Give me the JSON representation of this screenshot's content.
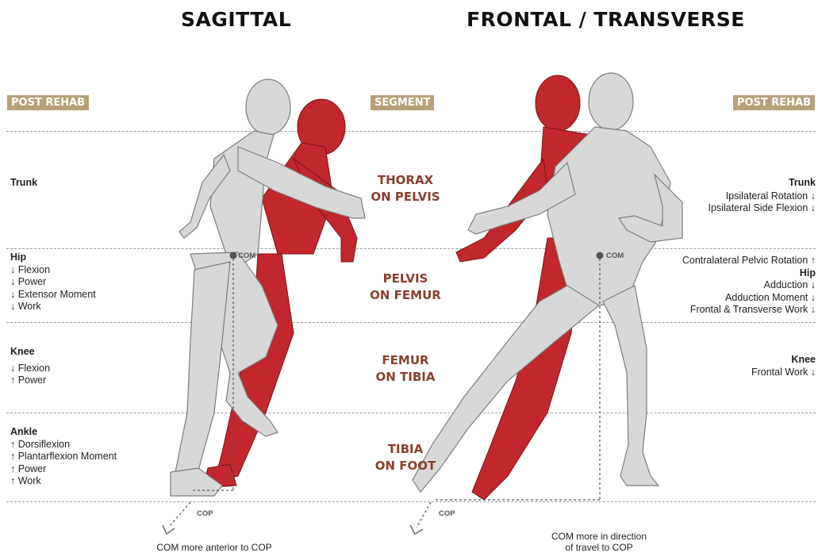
{
  "headings": {
    "left": "SAGITTAL",
    "right": "FRONTAL / TRANSVERSE"
  },
  "tags": {
    "left": "POST REHAB",
    "center": "SEGMENT",
    "right": "POST REHAB"
  },
  "segments": [
    {
      "line1": "THORAX",
      "line2": "ON PELVIS"
    },
    {
      "line1": "PELVIS",
      "line2": "ON FEMUR"
    },
    {
      "line1": "FEMUR",
      "line2": "ON TIBIA"
    },
    {
      "line1": "TIBIA",
      "line2": "ON FOOT"
    }
  ],
  "sagittal": [
    {
      "title": "Trunk",
      "items": []
    },
    {
      "title": "Hip",
      "items": [
        "↓ Flexion",
        "↓ Power",
        "↓ Extensor Moment",
        "↓ Work"
      ]
    },
    {
      "title": "Knee",
      "items": [
        "↓ Flexion",
        "↑ Power"
      ]
    },
    {
      "title": "Ankle",
      "items": [
        "↑ Dorsiflexion",
        "↑ Plantarflexion Moment",
        "↑ Power",
        "↑ Work"
      ]
    }
  ],
  "frontal": [
    {
      "title": "Trunk",
      "items": [
        "Ipsilateral Rotation ↓",
        "Ipsilateral Side Flexion ↓"
      ]
    },
    {
      "pre": "Contralateral Pelvic Rotation ↑",
      "title": "Hip",
      "items": [
        "Adduction ↓",
        "Adduction Moment ↓",
        "Frontal & Transverse Work ↓"
      ]
    },
    {
      "title": "Knee",
      "items": [
        "Frontal Work ↓"
      ]
    }
  ],
  "labels": {
    "com": "COM",
    "cop": "COP"
  },
  "captions": {
    "left": "COM more anterior to COP",
    "right_line1": "COM more in direction",
    "right_line2": "of travel to COP"
  },
  "colors": {
    "accent": "#b7a07a",
    "segment": "#8a3f2c",
    "red_figure": "#c1272d",
    "grey_figure": "#d6d6d6"
  }
}
